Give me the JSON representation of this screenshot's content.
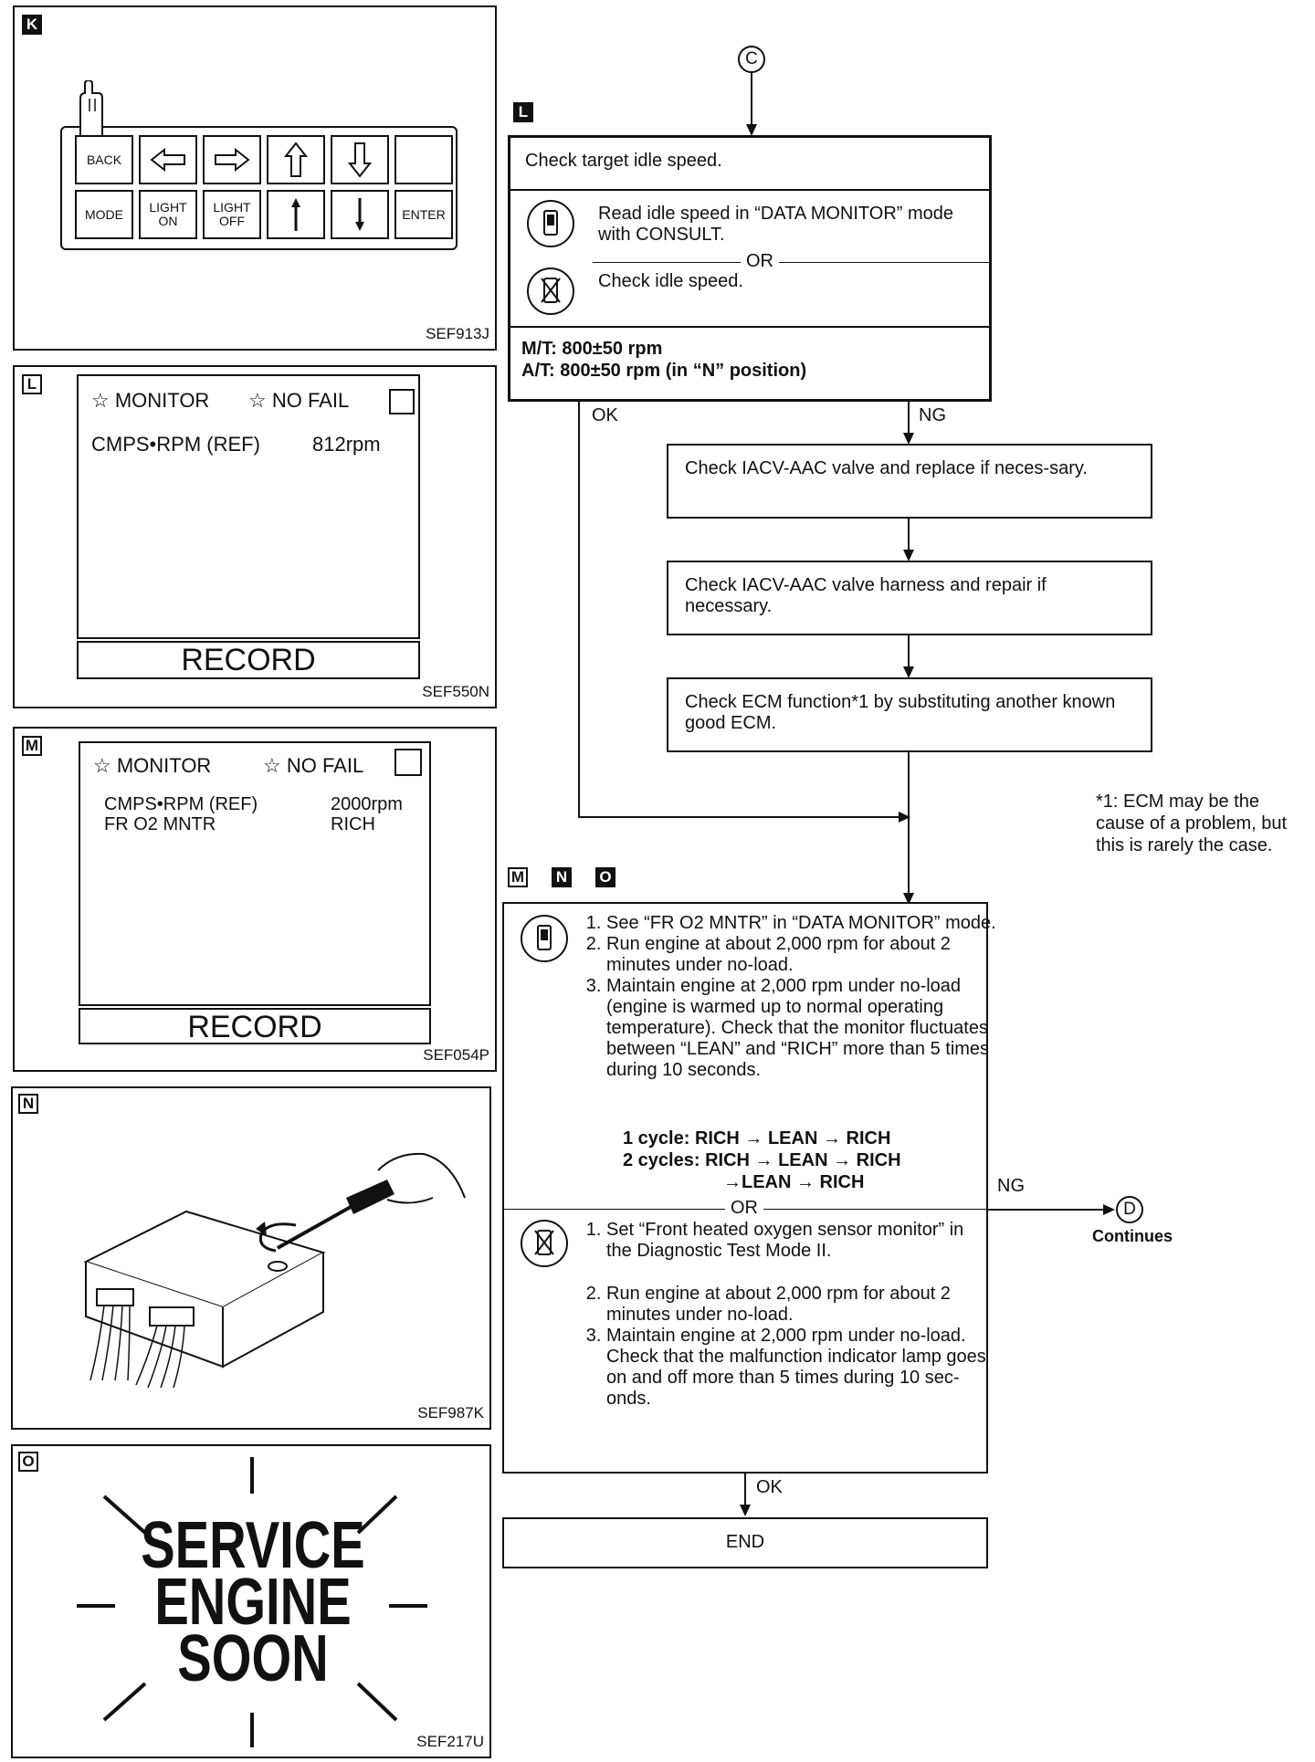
{
  "panels": {
    "k": {
      "tag": "K",
      "keys": [
        "BACK",
        "",
        "",
        "",
        "",
        "",
        "MODE",
        "LIGHT ON",
        "LIGHT OFF",
        "",
        "",
        "ENTER"
      ],
      "figure": "SEF913J"
    },
    "l": {
      "tag": "L",
      "header_monitor": "☆ MONITOR",
      "header_nofail": "☆ NO FAIL",
      "item_label": "CMPS•RPM (REF)",
      "item_value": "812rpm",
      "record": "RECORD",
      "figure": "SEF550N"
    },
    "m": {
      "tag": "M",
      "header_monitor": "☆ MONITOR",
      "header_nofail": "☆ NO FAIL",
      "item1_label": "CMPS•RPM (REF)",
      "item1_value": "2000rpm",
      "item2_label": "FR O2 MNTR",
      "item2_value": "RICH",
      "record": "RECORD",
      "figure": "SEF054P"
    },
    "n": {
      "tag": "N",
      "figure": "SEF987K"
    },
    "o": {
      "tag": "O",
      "line1": "SERVICE",
      "line2": "ENGINE",
      "line3": "SOON",
      "figure": "SEF217U"
    }
  },
  "flow": {
    "connector_top": "C",
    "tag_l": "L",
    "step1": {
      "title": "Check target idle speed.",
      "consult_text": "Read idle speed in “DATA MONITOR” mode with CONSULT.",
      "or": "OR",
      "noconsult_text": "Check idle speed.",
      "spec_mt": "M/T: 800±50 rpm",
      "spec_at": "A/T: 800±50 rpm (in “N” position)"
    },
    "ok1": "OK",
    "ng1": "NG",
    "box2": "Check IACV-AAC valve and replace if neces-sary.",
    "box3": "Check IACV-AAC valve harness and repair if necessary.",
    "box4": "Check ECM function*1 by substituting another known good ECM.",
    "footnote": "*1: ECM may be the cause of a problem, but this is rarely the case.",
    "tags_mno": [
      "M",
      "N",
      "O"
    ],
    "step5": {
      "consult_items": [
        "See “FR O2 MNTR” in “DATA MONITOR” mode.",
        "Run engine at about 2,000 rpm for about 2 minutes under no-load.",
        "Maintain engine at 2,000 rpm under no-load (engine is warmed up to normal operating temperature). Check that the monitor fluctuates between “LEAN” and “RICH” more than 5 times during 10 seconds."
      ],
      "cycle1": "1 cycle: RICH → LEAN → RICH",
      "cycle2a": "2 cycles: RICH → LEAN → RICH",
      "cycle2b": "→LEAN → RICH",
      "or": "OR",
      "noconsult_items": [
        "Set “Front heated oxygen sensor monitor” in the Diagnostic Test Mode II.",
        "Run engine at about 2,000 rpm for about 2 minutes under no-load.",
        "Maintain engine at 2,000 rpm under no-load. Check that the malfunction indicator lamp goes on and off more than 5 times during 10 sec-onds."
      ]
    },
    "ng2": "NG",
    "connector_d": "D",
    "continues": "Continues",
    "ok2": "OK",
    "end": "END"
  }
}
